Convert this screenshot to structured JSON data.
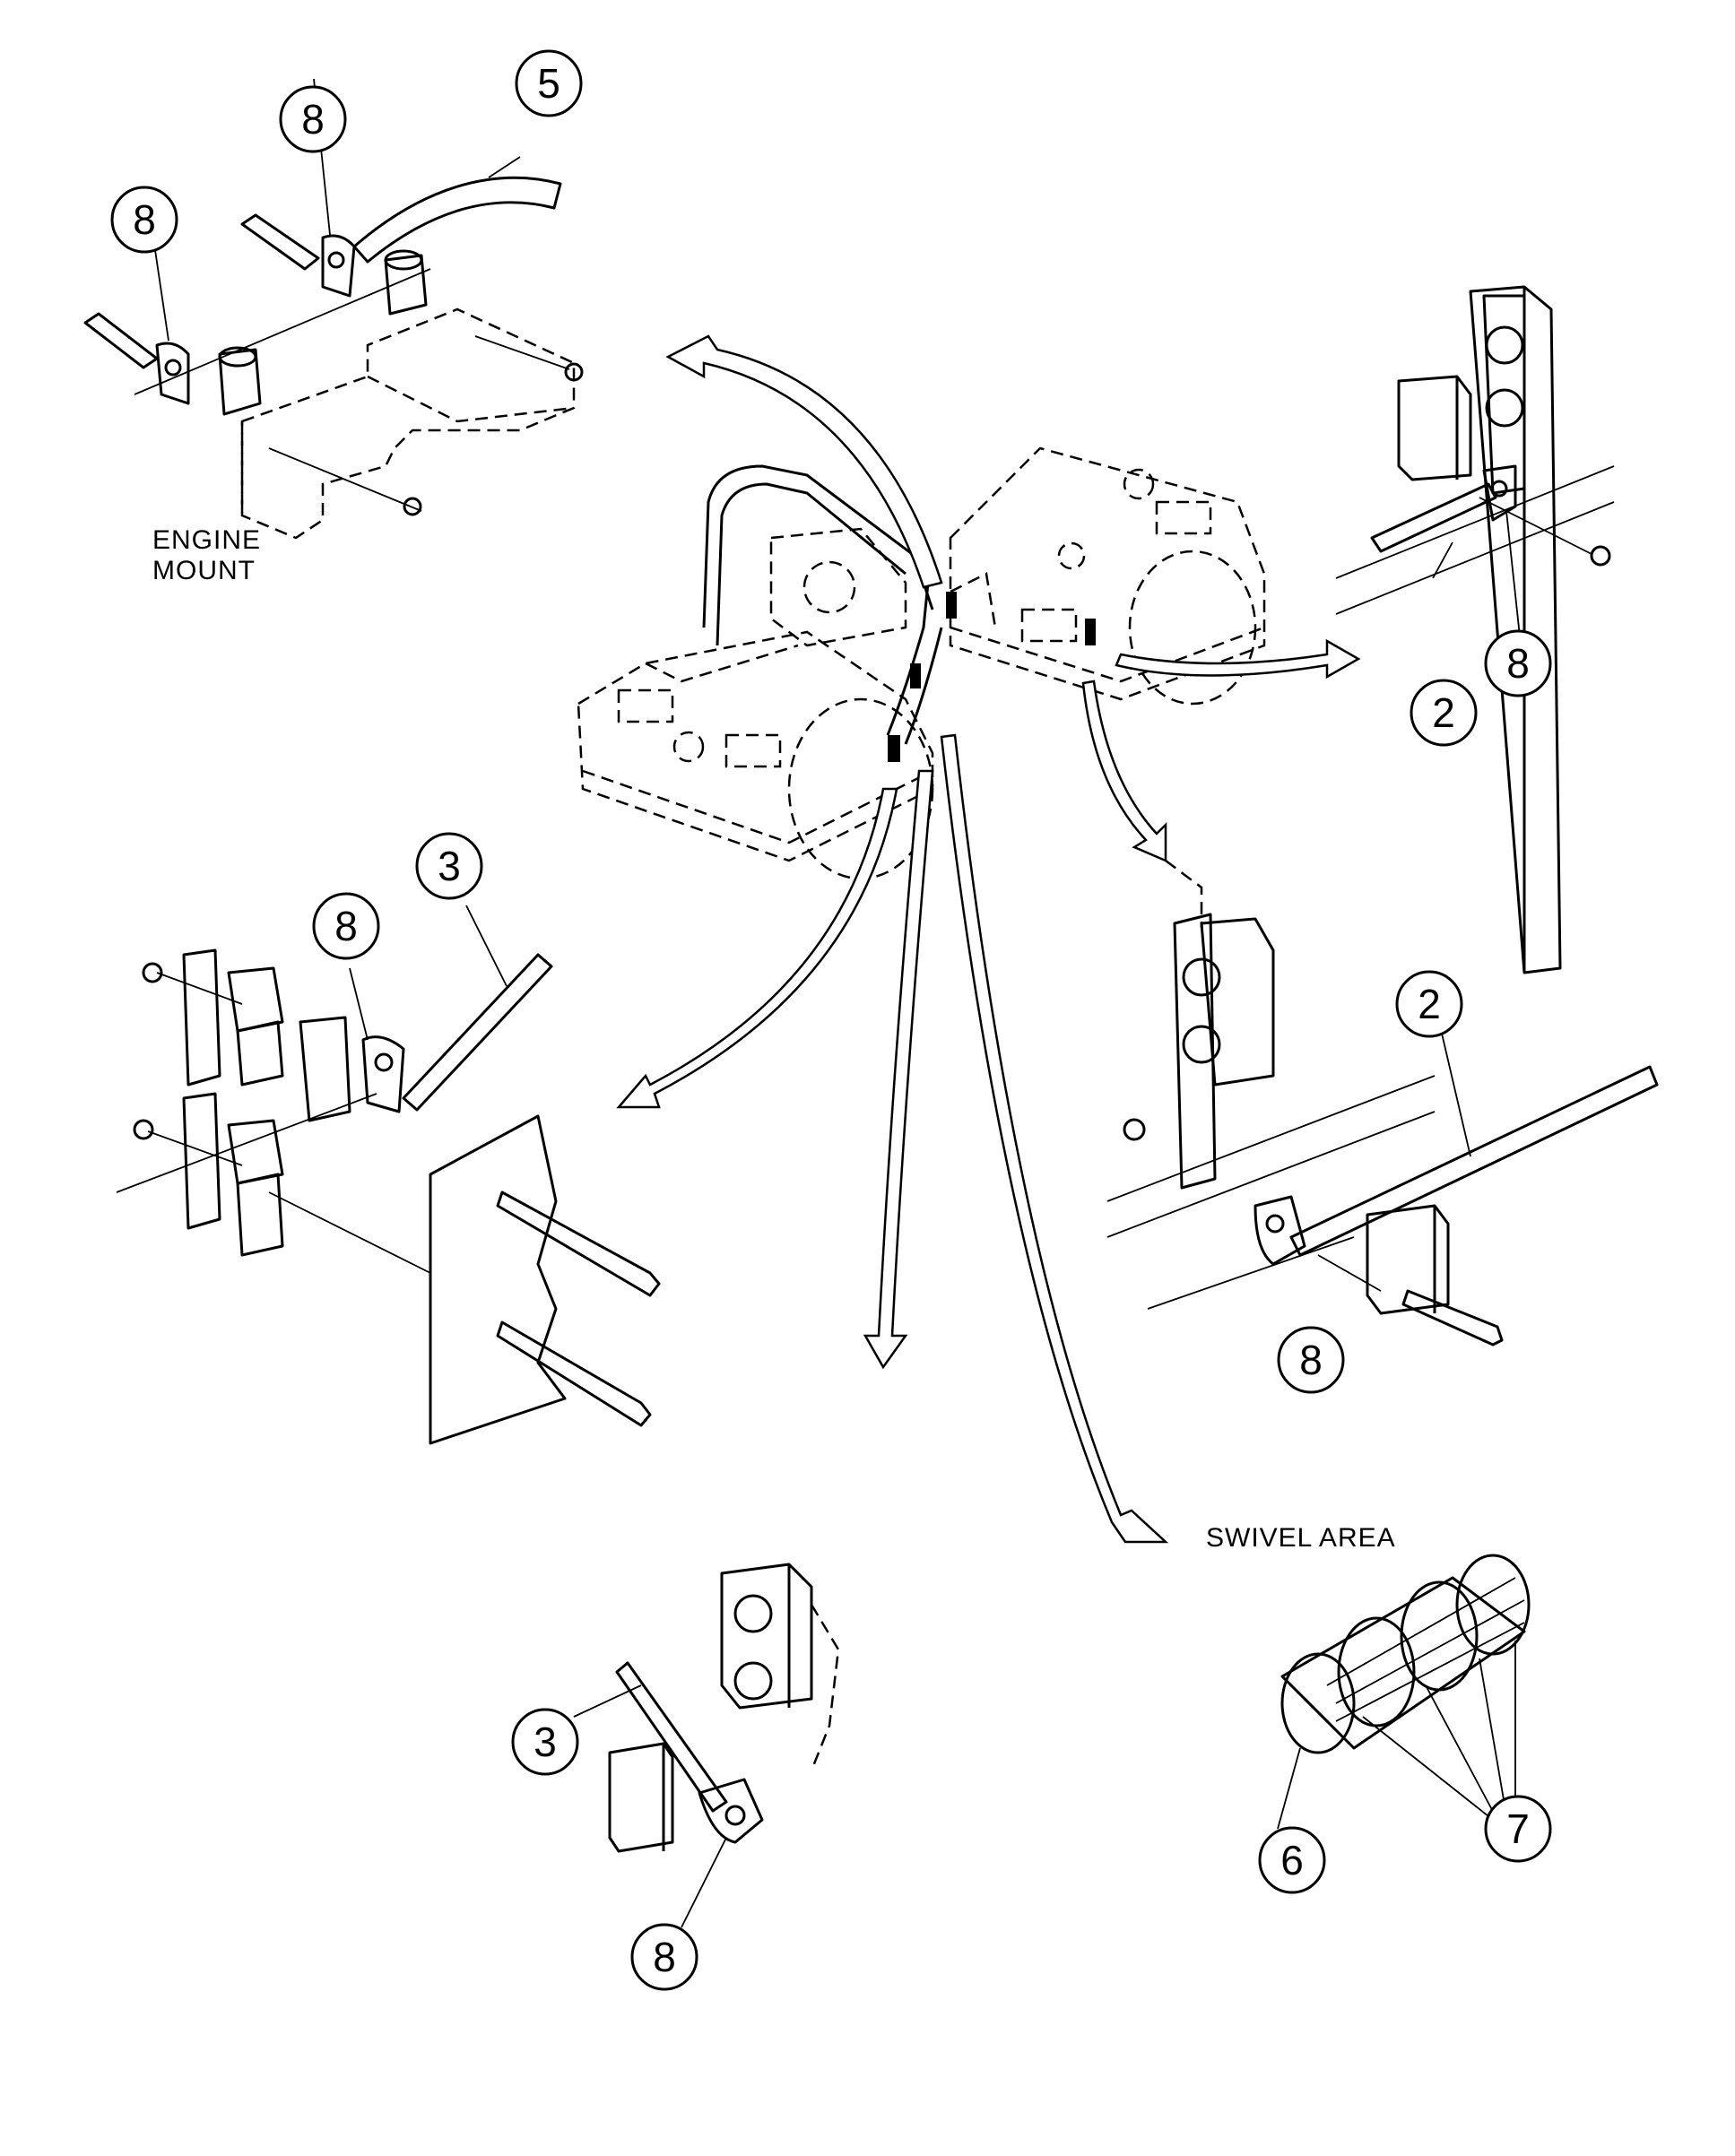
{
  "labels": {
    "engine_mount_line1": "ENGINE",
    "engine_mount_line2": "MOUNT",
    "swivel_area": "SWIVEL AREA"
  },
  "callouts": [
    {
      "id": "c-5",
      "num": "5"
    },
    {
      "id": "c-8a",
      "num": "8"
    },
    {
      "id": "c-8b",
      "num": "8"
    },
    {
      "id": "c-8c",
      "num": "8"
    },
    {
      "id": "c-2a",
      "num": "2"
    },
    {
      "id": "c-3a",
      "num": "3"
    },
    {
      "id": "c-8d",
      "num": "8"
    },
    {
      "id": "c-2b",
      "num": "2"
    },
    {
      "id": "c-8e",
      "num": "8"
    },
    {
      "id": "c-3b",
      "num": "3"
    },
    {
      "id": "c-8f",
      "num": "8"
    },
    {
      "id": "c-6",
      "num": "6"
    },
    {
      "id": "c-7",
      "num": "7"
    }
  ]
}
